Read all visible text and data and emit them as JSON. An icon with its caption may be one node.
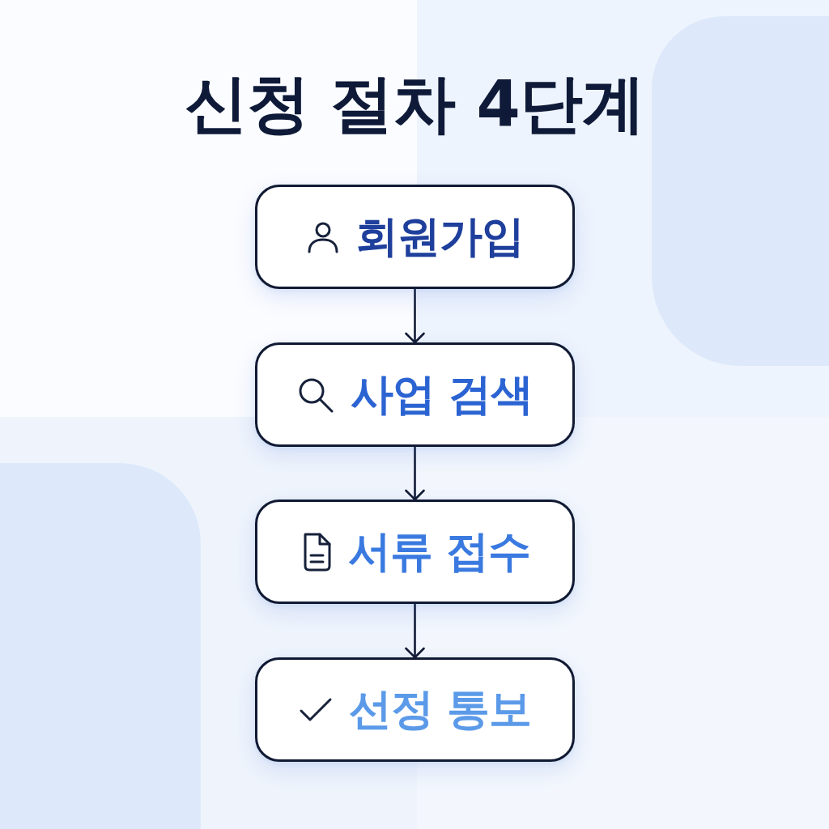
{
  "diagram": {
    "title": "신청 절차 4단계",
    "nodes": [
      {
        "text": [
          "회원가입"
        ]
      },
      {
        "text": [
          "사업 검색"
        ]
      },
      {
        "text": [
          "서류 접수"
        ]
      },
      {
        "text": [
          "선정 통보"
        ]
      }
    ],
    "edges": [
      {
        "from": 0,
        "to": 1,
        "arrow": "to"
      },
      {
        "from": 1,
        "to": 2,
        "arrow": "to"
      },
      {
        "from": 2,
        "to": 3,
        "arrow": "to"
      }
    ]
  }
}
